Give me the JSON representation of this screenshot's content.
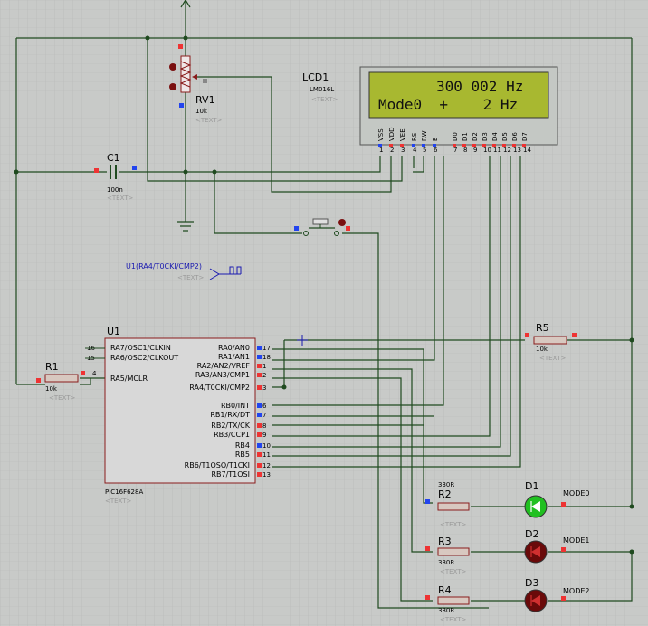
{
  "lcd": {
    "ref": "LCD1",
    "model": "LM016L",
    "text_placeholder": "<TEXT>",
    "line1": "300 002 Hz",
    "line2": "Mode0  +    2 Hz",
    "pins": [
      "VSS",
      "VDD",
      "VEE",
      "RS",
      "RW",
      "E",
      "D0",
      "D1",
      "D2",
      "D3",
      "D4",
      "D5",
      "D6",
      "D7"
    ],
    "pin_numbers": [
      "1",
      "2",
      "3",
      "4",
      "5",
      "6",
      "7",
      "8",
      "9",
      "10",
      "11",
      "12",
      "13",
      "14"
    ],
    "screen_color": "#a8b830"
  },
  "rv1": {
    "ref": "RV1",
    "value": "10k",
    "text": "<TEXT>"
  },
  "c1": {
    "ref": "C1",
    "value": "100n",
    "text": "<TEXT>"
  },
  "r1": {
    "ref": "R1",
    "value": "10k",
    "text": "<TEXT>",
    "pin": "4"
  },
  "r2": {
    "ref": "R2",
    "value": "330R",
    "text": "<TEXT>"
  },
  "r3": {
    "ref": "R3",
    "value": "330R",
    "text": "<TEXT>"
  },
  "r4": {
    "ref": "R4",
    "value": "330R",
    "text": "<TEXT>"
  },
  "r5": {
    "ref": "R5",
    "value": "10k",
    "text": "<TEXT>"
  },
  "d1": {
    "ref": "D1",
    "label": "MODE0",
    "color": "#20c020"
  },
  "d2": {
    "ref": "D2",
    "label": "MODE1",
    "color": "#6a0a0a"
  },
  "d3": {
    "ref": "D3",
    "label": "MODE2",
    "color": "#6a0a0a"
  },
  "probe": {
    "label": "U1(RA4/T0CKI/CMP2)",
    "text": "<TEXT>"
  },
  "u1": {
    "ref": "U1",
    "part": "PIC16F628A",
    "text": "<TEXT>",
    "left_pins": [
      {
        "name": "RA7/OSC1/CLKIN",
        "num": "16"
      },
      {
        "name": "RA6/OSC2/CLKOUT",
        "num": "15"
      },
      {
        "name": "RA5/MCLR",
        "num": "4"
      }
    ],
    "right_pins": [
      {
        "name": "RA0/AN0",
        "num": "17"
      },
      {
        "name": "RA1/AN1",
        "num": "18"
      },
      {
        "name": "RA2/AN2/VREF",
        "num": "1"
      },
      {
        "name": "RA3/AN3/CMP1",
        "num": "2"
      },
      {
        "name": "RA4/T0CKI/CMP2",
        "num": "3"
      },
      {
        "name": "RB0/INT",
        "num": "6"
      },
      {
        "name": "RB1/RX/DT",
        "num": "7"
      },
      {
        "name": "RB2/TX/CK",
        "num": "8"
      },
      {
        "name": "RB3/CCP1",
        "num": "9"
      },
      {
        "name": "RB4",
        "num": "10"
      },
      {
        "name": "RB5",
        "num": "11"
      },
      {
        "name": "RB6/T1OSO/T1CKI",
        "num": "12"
      },
      {
        "name": "RB7/T1OSI",
        "num": "13"
      }
    ]
  }
}
